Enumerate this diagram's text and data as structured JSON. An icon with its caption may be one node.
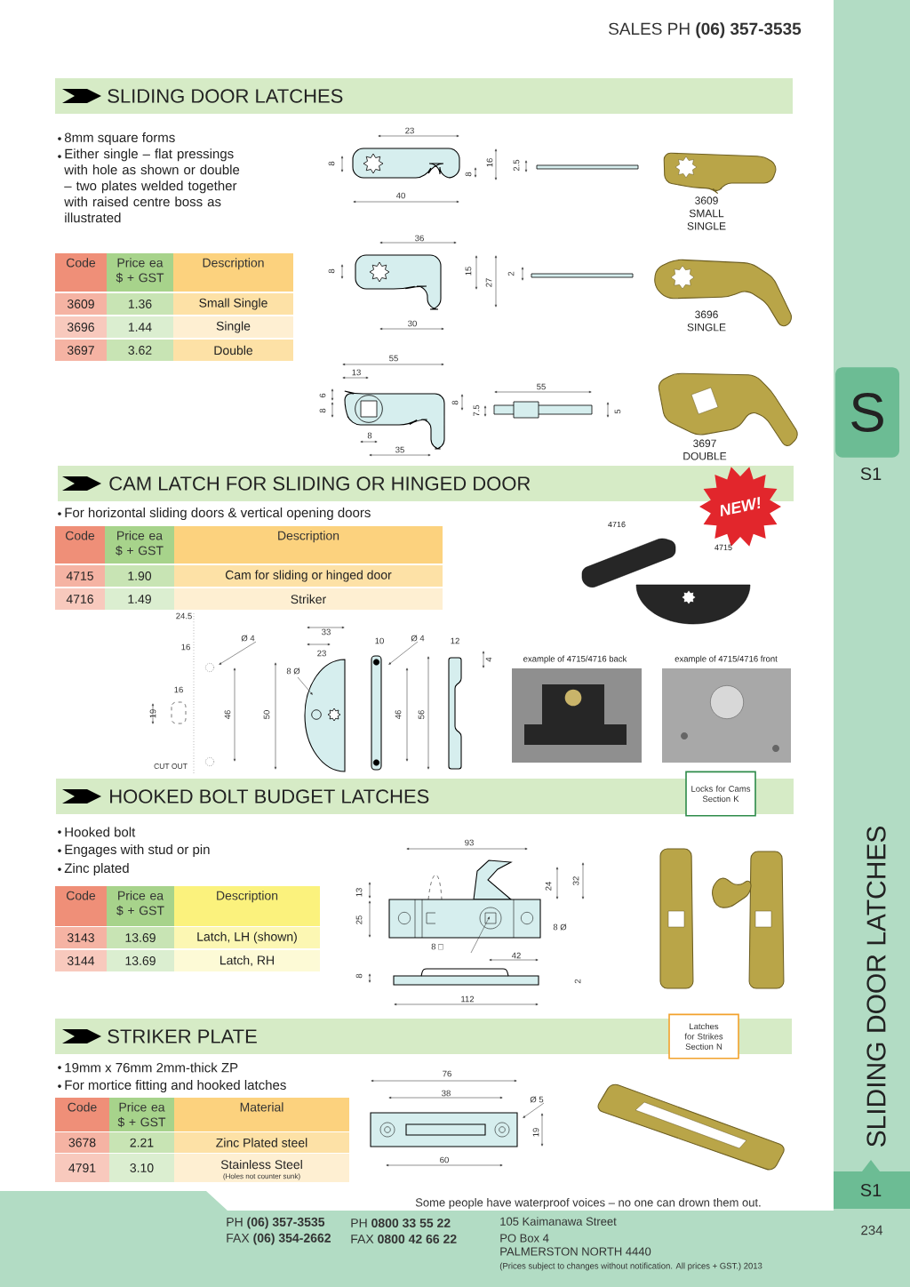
{
  "diagram": {
    "nodes": [
      {
        "text": [
          "SLIDING DOOR LATCHES"
        ]
      },
      {
        "text": [
          "CAM LATCH FOR SLIDING OR HINGED DOOR"
        ]
      },
      {
        "text": [
          "HOOKED BOLT BUDGET LATCHES"
        ]
      },
      {
        "text": [
          "STRIKER PLATE"
        ]
      },
      {
        "text": [
          "NEW!"
        ]
      },
      {
        "text": [
          "Locks for Cams Section K"
        ]
      },
      {
        "text": [
          "Latches for Strikes Section N"
        ]
      },
      {
        "text": [
          "S"
        ]
      },
      {
        "text": [
          "S1"
        ]
      }
    ],
    "labels": [
      "SALES PH **(06) 357-3535**",
      "8mm square forms",
      "Either single – flat pressings with hole as shown or double – two plates welded together with raised centre boss as illustrated",
      "Code",
      "Price ea $ + GST",
      "Description",
      "3609",
      "1.36",
      "Small Single",
      "3696",
      "1.44",
      "Single",
      "3697",
      "3.62",
      "Double",
      "23",
      "8",
      "8",
      "16",
      "40",
      "2.5",
      "3609 SMALL SINGLE",
      "36",
      "8",
      "15",
      "27",
      "30",
      "2",
      "3696 SINGLE",
      "55",
      "13",
      "6",
      "8",
      "8",
      "8",
      "35",
      "55",
      "7.5",
      "5",
      "3697 DOUBLE",
      "For horizontal sliding doors & vertical opening doors",
      "Code",
      "Price ea $ + GST",
      "Description",
      "4715",
      "1.90",
      "Cam for sliding or hinged door",
      "4716",
      "1.49",
      "Striker",
      "4716",
      "4715",
      "24.5",
      "16",
      "Ø 4",
      "16",
      "19",
      "CUT OUT",
      "46",
      "33",
      "23",
      "8 Ø",
      "50",
      "10",
      "Ø 4",
      "46",
      "56",
      "12",
      "4",
      "example of 4715/4716 back",
      "example of 4715/4716 front",
      "Hooked bolt",
      "Engages with stud or pin",
      "Zinc plated",
      "Code",
      "Price ea $ + GST",
      "Description",
      "3143",
      "13.69",
      "Latch, LH (shown)",
      "3144",
      "13.69",
      "Latch, RH",
      "93",
      "13",
      "25",
      "24",
      "32",
      "8 Ø",
      "8 □",
      "42",
      "8",
      "112",
      "2",
      "19mm x 76mm 2mm-thick ZP",
      "For mortice fitting and hooked latches",
      "Code",
      "Price ea $ + GST",
      "Material",
      "3678",
      "2.21",
      "Zinc Plated steel",
      "4791",
      "3.10",
      "Stainless Steel",
      "(Holes not counter sunk)",
      "76",
      "38",
      "Ø 5",
      "19",
      "60",
      "Some people have waterproof voices – no one can drown them out.",
      "PH **(06) 357-3535**",
      "FAX **(06) 354-2662**",
      "PH **0800 33 55 22**",
      "FAX **0800 42 66 22**",
      "105 Kaimanawa Street",
      "PO Box 4",
      "PALMERSTON NORTH 4440",
      "(Prices subject to changes without notification.  All prices + GST.)  2013",
      "SLIDING DOOR LATCHES",
      "234",
      "S1"
    ]
  }
}
